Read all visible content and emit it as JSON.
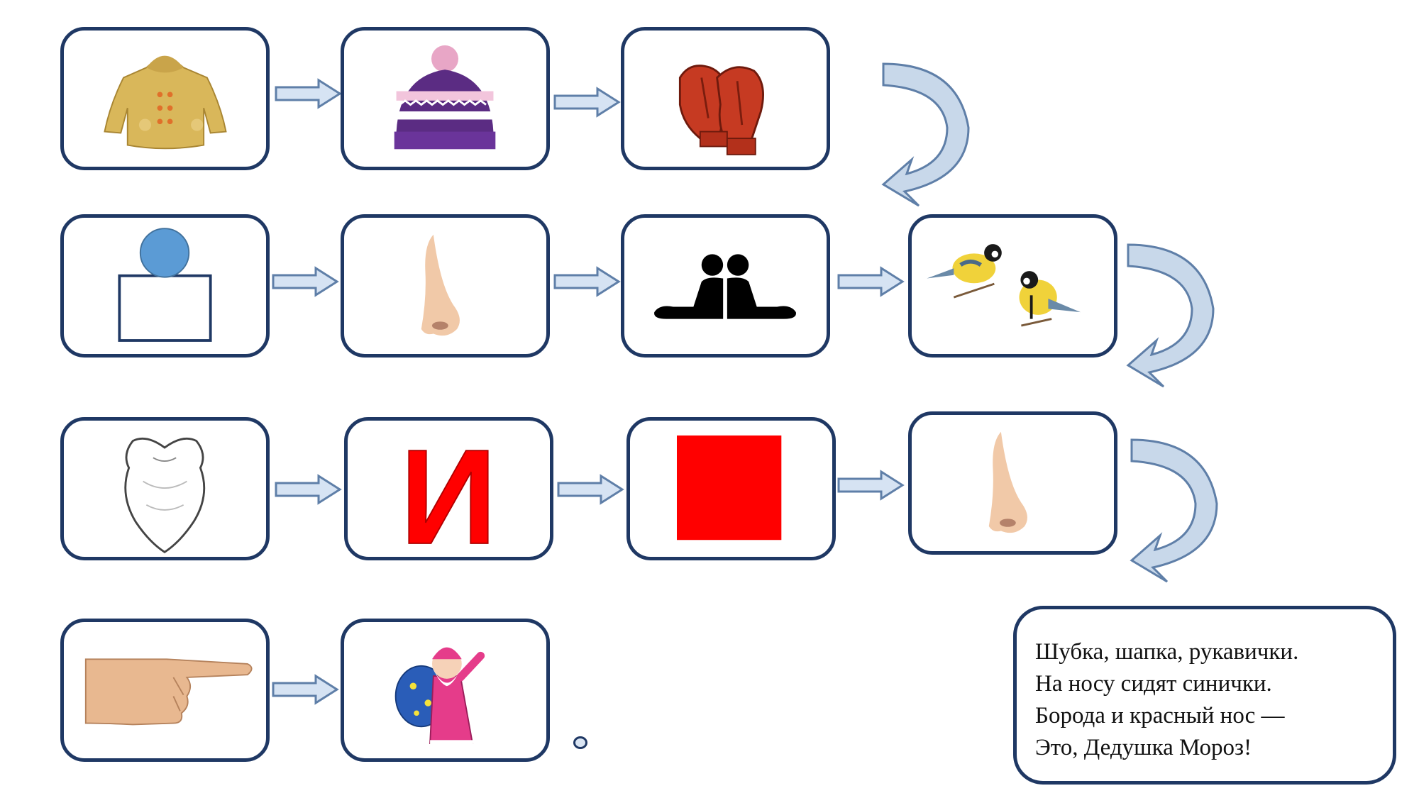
{
  "poem": {
    "lines": [
      "Шубка, шапка, рукавички.",
      "На носу сидят синички.",
      "Борода и красный нос —",
      "Это, Дедушка Мороз!"
    ]
  },
  "rows": [
    {
      "cards": [
        "fur-coat",
        "knit-hat",
        "mittens"
      ]
    },
    {
      "cards": [
        "circle-on-square",
        "nose",
        "sitting-people-silhouette",
        "titmice-birds"
      ]
    },
    {
      "cards": [
        "white-beard",
        "letter-i",
        "red-square",
        "nose"
      ]
    },
    {
      "cards": [
        "pointing-hand",
        "santa-claus"
      ]
    }
  ],
  "letter_card": {
    "letter": "И"
  },
  "colors": {
    "card_border": "#1f3864",
    "arrow_fill": "#d6e3f3",
    "arrow_stroke": "#5f7fa8",
    "red": "#ff0000",
    "circle_blue": "#5b9bd5"
  }
}
